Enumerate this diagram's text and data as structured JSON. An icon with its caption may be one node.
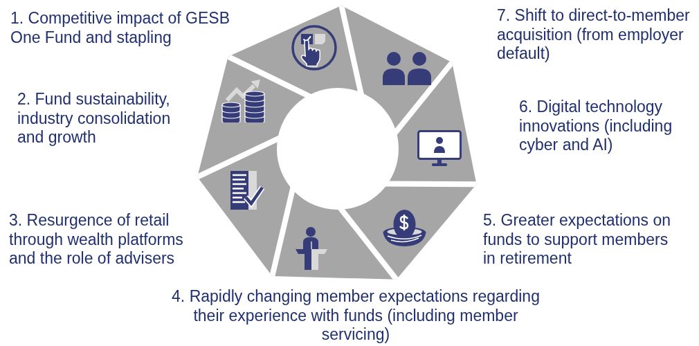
{
  "diagram": {
    "labels": [
      "1. Competitive impact of GESB One Fund and stapling",
      "2. Fund sustainability, industry consolidation and growth",
      "3. Resurgence of retail through wealth platforms and the role of advisers",
      "4. Rapidly changing member expectations regarding their experience with funds (including member servicing)",
      "5. Greater expectations on funds to support members in retirement",
      "6. Digital technology innovations (including cyber and AI)",
      "7. Shift to direct-to-member acquisition (from employer default)"
    ]
  }
}
